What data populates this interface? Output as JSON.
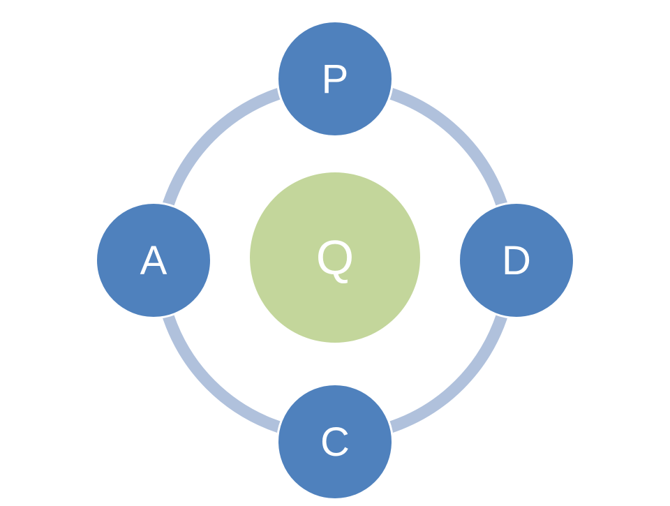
{
  "diagram": {
    "center": {
      "label": "Q"
    },
    "nodes": [
      {
        "key": "p",
        "label": "P"
      },
      {
        "key": "d",
        "label": "D"
      },
      {
        "key": "c",
        "label": "C"
      },
      {
        "key": "a",
        "label": "A"
      }
    ]
  },
  "colors": {
    "node_fill": "#4f81bd",
    "center_fill": "#c3d69b",
    "ring": "#b0c1dc",
    "text": "#ffffff"
  }
}
